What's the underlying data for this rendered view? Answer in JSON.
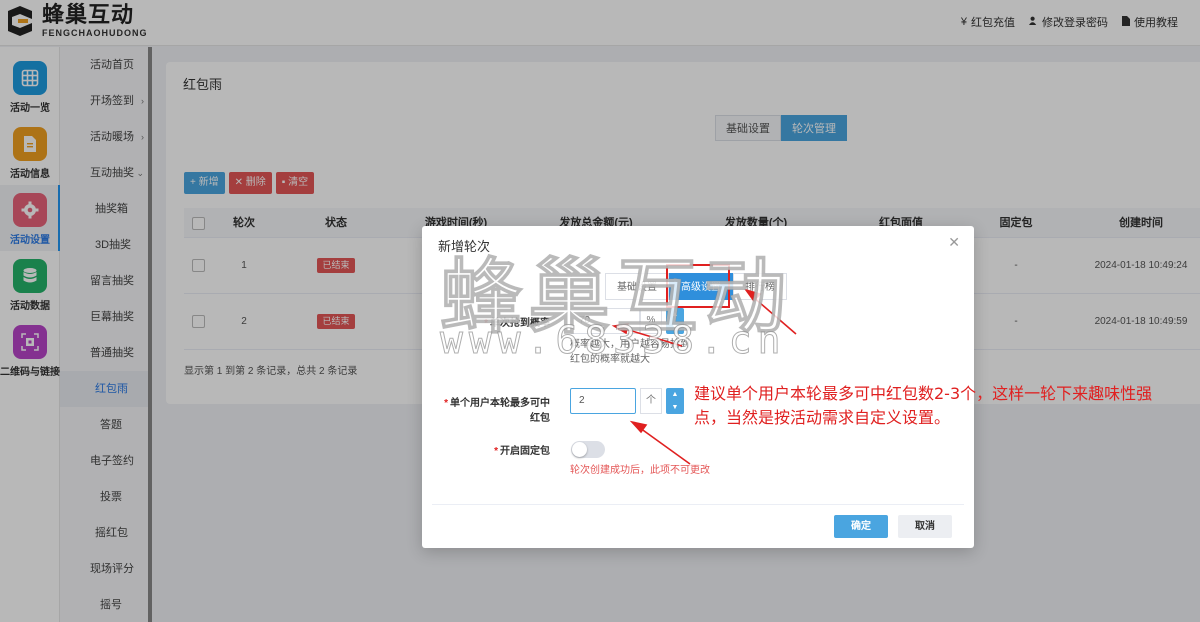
{
  "header": {
    "brand_name": "蜂巢互动",
    "brand_sub": "FENGCHAOHUDONG",
    "links": [
      "红包充值",
      "修改登录密码",
      "使用教程"
    ]
  },
  "rail": {
    "items": [
      {
        "label": "活动一览",
        "icon": "grid-icon",
        "color": "#1e9be0"
      },
      {
        "label": "活动信息",
        "icon": "document-icon",
        "color": "#f0a020"
      },
      {
        "label": "活动设置",
        "icon": "gear-icon",
        "color": "#e8637a"
      },
      {
        "label": "活动数据",
        "icon": "database-icon",
        "color": "#25b36a"
      },
      {
        "label": "二维码与链接",
        "icon": "qrcode-icon",
        "color": "#b845c8"
      }
    ]
  },
  "submenu": {
    "items": [
      "活动首页",
      "开场签到",
      "活动暖场",
      "互动抽奖",
      "抽奖箱",
      "3D抽奖",
      "留言抽奖",
      "巨幕抽奖",
      "普通抽奖",
      "红包雨",
      "答题",
      "电子签约",
      "投票",
      "摇红包",
      "现场评分",
      "摇号"
    ]
  },
  "panel": {
    "title": "红包雨",
    "tabs": [
      "基础设置",
      "轮次管理"
    ],
    "actions": {
      "add": "+ 新增",
      "delete": "✕ 删除",
      "clear": "清空"
    },
    "table": {
      "headers": [
        "轮次",
        "状态",
        "游戏时间(秒)",
        "发放总金额(元)",
        "发放数量(个)",
        "红包面值",
        "固定包",
        "创建时间"
      ],
      "rows": [
        {
          "round": "1",
          "status": "已结束",
          "fixed": "-",
          "created": "2024-01-18 10:49:24"
        },
        {
          "round": "2",
          "status": "已结束",
          "fixed": "-",
          "created": "2024-01-18 10:49:59"
        }
      ]
    },
    "footer": "显示第 1 到第 2 条记录，总共 2 条记录"
  },
  "modal": {
    "title": "新增轮次",
    "tabs": [
      "基础设置",
      "高级设置",
      "排行榜"
    ],
    "fields": {
      "prob_label": "单次抢到概率",
      "prob_value": "70",
      "prob_unit": "%",
      "prob_hint_1": "概率越大，用户越容易抢到",
      "prob_hint_2": "红包的概率就越大",
      "max_label_1": "单个用户本轮最多可中",
      "max_label_2": "红包",
      "max_value": "2",
      "max_unit": "个",
      "fixed_label": "开启固定包",
      "fixed_hint": "轮次创建成功后，此项不可更改"
    },
    "confirm": "确定",
    "cancel": "取消"
  },
  "annotation": "建议单个用户本轮最多可中红包数2-3个，这样一轮下来趣味性强点，当然是按活动需求自定义设置。",
  "watermark": {
    "line1": "蜂巢互动",
    "line2": "www.68338.cn"
  }
}
